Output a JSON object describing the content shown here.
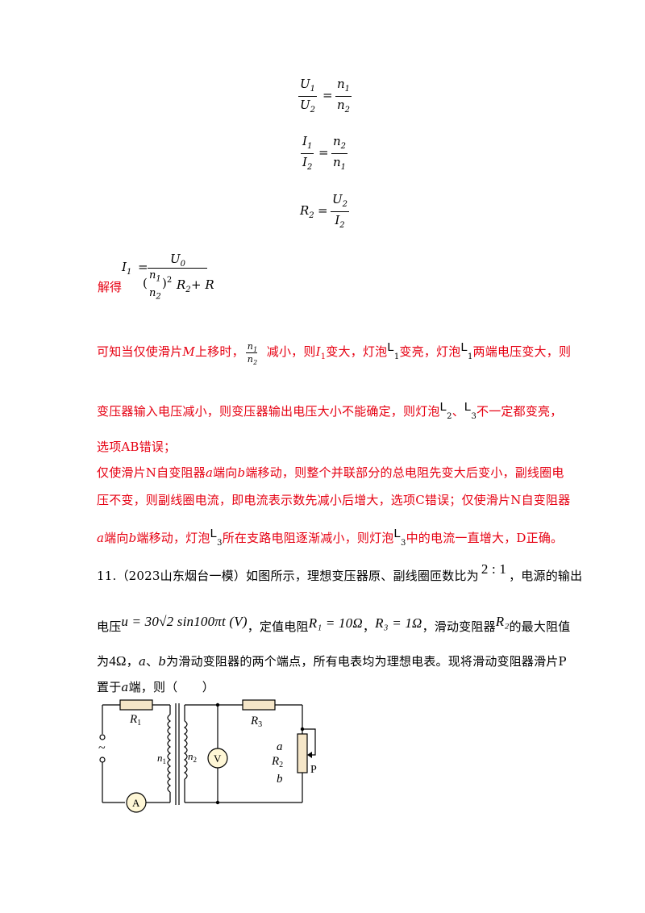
{
  "formulas": {
    "f1": {
      "lhs_num": "U",
      "lhs_num_sub": "1",
      "lhs_den": "U",
      "lhs_den_sub": "2",
      "rhs_num": "n",
      "rhs_num_sub": "1",
      "rhs_den": "n",
      "rhs_den_sub": "2"
    },
    "f2": {
      "lhs_num": "I",
      "lhs_num_sub": "1",
      "lhs_den": "I",
      "lhs_den_sub": "2",
      "rhs_num": "n",
      "rhs_num_sub": "2",
      "rhs_den": "n",
      "rhs_den_sub": "1"
    },
    "f3": {
      "lhs": "R",
      "lhs_sub": "2",
      "rhs_num": "U",
      "rhs_num_sub": "2",
      "rhs_den": "I",
      "rhs_den_sub": "2"
    },
    "f4": {
      "prefix": "解得",
      "lhs": "I",
      "lhs_sub": "1",
      "num": "U",
      "num_sub": "0",
      "den_a": "n",
      "den_a_sub": "1",
      "den_b": "n",
      "den_b_sub": "2",
      "den_rest": "R",
      "den_rest_sub": "2",
      "den_tail": "+ R"
    }
  },
  "solution": {
    "p1_a": "可知当仅使滑片",
    "p1_m": "M",
    "p1_b": "上移时，",
    "p1_c": "减小，则",
    "p1_i1": "I",
    "p1_d": "变大，灯泡",
    "p1_e": "变亮，灯泡",
    "p1_f": "两端电压变大，则",
    "p2_a": "变压器输入电压减小，则变压器输出电压大小不能确定，则灯泡",
    "p2_b": "、",
    "p2_c": "不一定都变亮，",
    "p3": "选项AB错误；",
    "p4_a": "仅使滑片N自变阻器",
    "p4_b": "端向",
    "p4_c": "端移动，则整个并联部分的总电阻先变大后变小，副线圈电",
    "p5": "压不变，则副线圈电流，即电流表示数先减小后增大，选项C错误；仅使滑片N自变阻器",
    "p6_b": "端向",
    "p6_c": "端移动，灯泡",
    "p6_d": "所在支路电阻逐渐减小，则灯泡",
    "p6_e": "中的电流一直增大，D正确。",
    "lamp": "L",
    "sub1": "1",
    "sub2": "2",
    "sub3": "3",
    "a": "a",
    "b": "b"
  },
  "question": {
    "number": "11.",
    "source": "（2023山东烟台一模）如图所示，理想变压器原、副线圈匝数比为",
    "ratio": "2 : 1",
    "q1_end": "，电源的输出",
    "q2_a": "电压",
    "q2_formula": "u = 30√2 sin100πt (V)",
    "q2_b": "，定值电阻",
    "r1": "R₁ = 10Ω",
    "comma": "，",
    "r3": "R₃ = 1Ω",
    "q2_c": "，滑动变阻器",
    "r2": "R₂",
    "q2_d": "的最大阻值",
    "q3_a": "为",
    "r2max": "4Ω",
    "q3_b": "，",
    "q3_c": "、",
    "q3_d": "为滑动变阻器的两个端点，所有电表均为理想电表。现将滑动变阻器滑片P",
    "q4_a": "置于",
    "q4_b": "端，则（　　）"
  },
  "circuit": {
    "r1": "R",
    "r1_sub": "1",
    "r3": "R",
    "r3_sub": "3",
    "r2": "R",
    "r2_sub": "2",
    "n1": "n",
    "n1_sub": "1",
    "n2": "n",
    "n2_sub": "2",
    "voltmeter": "V",
    "ammeter": "A",
    "source": "~",
    "end_a": "a",
    "end_b": "b",
    "slider": "P"
  }
}
